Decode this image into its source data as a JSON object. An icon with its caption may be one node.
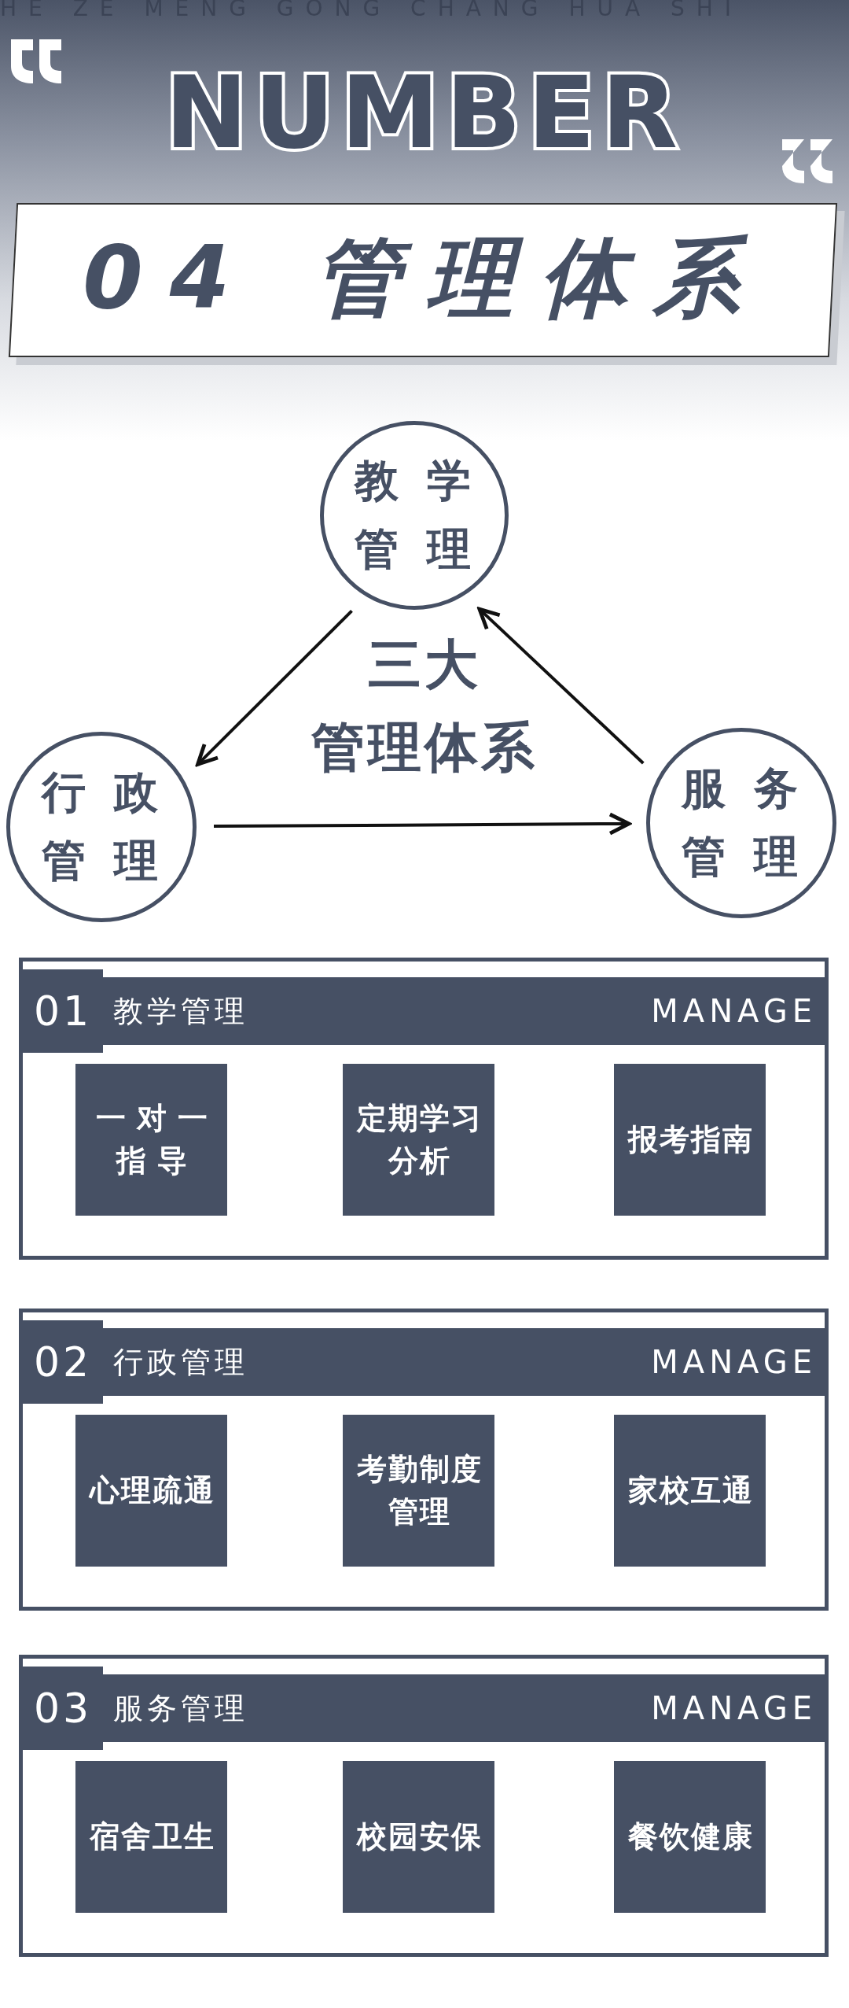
{
  "diagram": {
    "title": "04 管理体系",
    "nodes": [
      {
        "text": [
          "教学管理"
        ]
      },
      {
        "text": [
          "行政管理"
        ]
      },
      {
        "text": [
          "服务管理"
        ]
      },
      {
        "text": [
          "01",
          "教学管理",
          "MANAGE"
        ]
      },
      {
        "text": [
          "一对一指导"
        ],
        "in": 3
      },
      {
        "text": [
          "定期学习分析"
        ],
        "in": 3
      },
      {
        "text": [
          "报考指南"
        ],
        "in": 3
      },
      {
        "text": [
          "02",
          "行政管理",
          "MANAGE"
        ]
      },
      {
        "text": [
          "心理疏通"
        ],
        "in": 7
      },
      {
        "text": [
          "考勤制度管理"
        ],
        "in": 7
      },
      {
        "text": [
          "家校互通"
        ],
        "in": 7
      },
      {
        "text": [
          "03",
          "服务管理",
          "MANAGE"
        ]
      },
      {
        "text": [
          "宿舍卫生"
        ],
        "in": 11
      },
      {
        "text": [
          "校园安保"
        ],
        "in": 11
      },
      {
        "text": [
          "餐饮健康"
        ],
        "in": 11
      }
    ],
    "edges": [
      {
        "from": 0,
        "to": 1,
        "arrow": "to"
      },
      {
        "from": 1,
        "to": 2,
        "arrow": "to"
      },
      {
        "from": 2,
        "to": 0,
        "arrow": "to"
      }
    ],
    "labels": [
      "HE ZE MENG GONG CHANG HUA SHI",
      "NUMBER",
      "三大",
      "管理体系"
    ]
  }
}
